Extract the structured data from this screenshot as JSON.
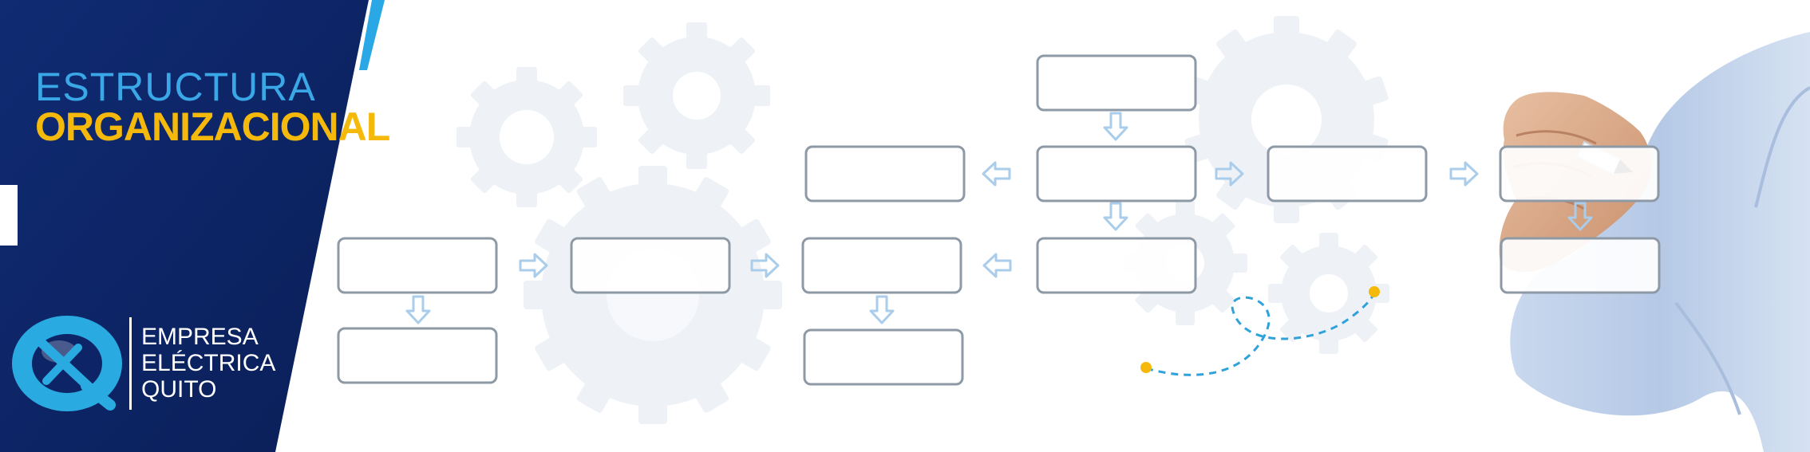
{
  "heading": {
    "line1": "ESTRUCTURA",
    "line2": "ORGANIZACIONAL"
  },
  "company": {
    "name_line1": "EMPRESA",
    "name_line2": "ELÉCTRICA",
    "name_line3": "QUITO",
    "logo": "EEQ logo"
  },
  "colors": {
    "navy": "#0d2566",
    "heading_blue": "#3aa7e6",
    "heading_yellow": "#f5b90b",
    "logo_cyan": "#29abe2",
    "arrow_blue": "#a9cdea",
    "path_dot_yellow": "#f5b90b",
    "path_dash_blue": "#2fa2dc"
  },
  "icons": [
    "gear-icon",
    "arrow-right-icon",
    "arrow-left-icon",
    "arrow-down-icon",
    "marker-pen-icon"
  ]
}
